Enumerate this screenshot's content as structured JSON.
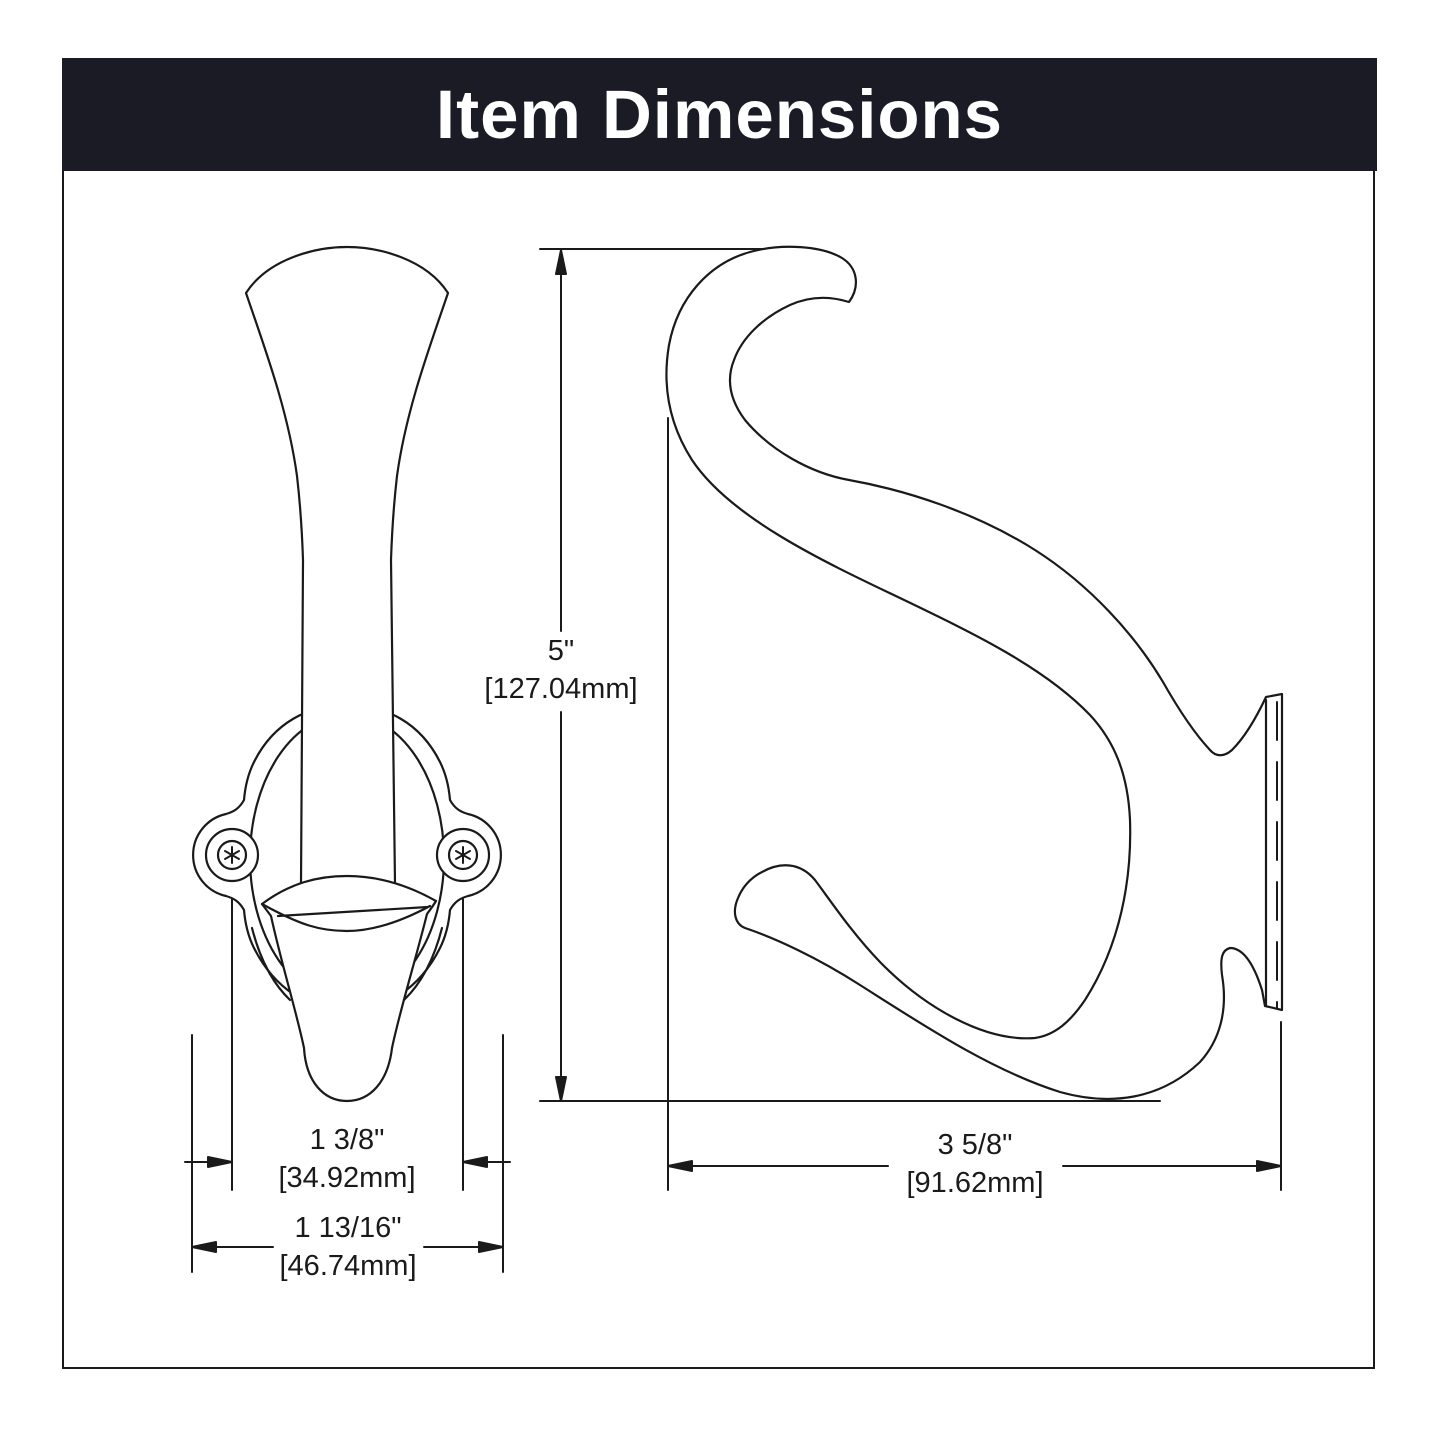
{
  "header": {
    "title": "Item Dimensions"
  },
  "colors": {
    "header_bg": "#1b1b26",
    "header_text": "#ffffff",
    "line": "#1a1a1a",
    "canvas": "#ffffff"
  },
  "dimensions": {
    "height": {
      "imperial": "5\"",
      "metric": "[127.04mm]"
    },
    "screw_spacing": {
      "imperial": "1 3/8\"",
      "metric": "[34.92mm]"
    },
    "base_width": {
      "imperial": "1 13/16\"",
      "metric": "[46.74mm]"
    },
    "projection": {
      "imperial": "3 5/8\"",
      "metric": "[91.62mm]"
    }
  }
}
